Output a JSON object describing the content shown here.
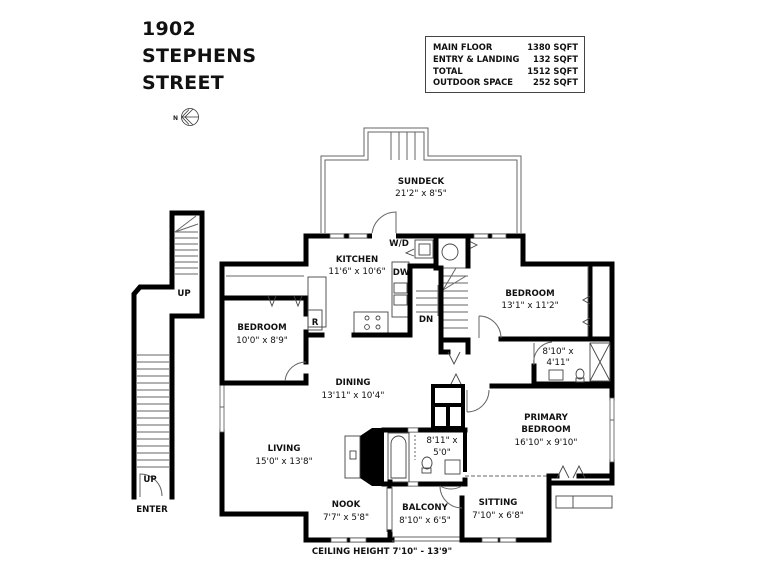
{
  "address": {
    "line1": "1902",
    "line2": "STEPHENS",
    "line3": "STREET"
  },
  "compass": {
    "label": "N",
    "icon": "north-compass-icon"
  },
  "area_summary": [
    {
      "label": "MAIN FLOOR",
      "value": "1380 SQFT"
    },
    {
      "label": "ENTRY & LANDING",
      "value": "132 SQFT"
    },
    {
      "label": "TOTAL",
      "value": "1512 SQFT"
    },
    {
      "label": "OUTDOOR SPACE",
      "value": "252 SQFT"
    }
  ],
  "rooms": {
    "sundeck": {
      "name": "SUNDECK",
      "dims": "21'2\" x 8'5\""
    },
    "kitchen": {
      "name": "KITCHEN",
      "dims": "11'6\" x 10'6\""
    },
    "bedroom_right": {
      "name": "BEDROOM",
      "dims": "13'1\" x 11'2\""
    },
    "bedroom_left": {
      "name": "BEDROOM",
      "dims": "10'0\" x 8'9\""
    },
    "ensuite": {
      "name": "",
      "dims_line1": "8'10\" x",
      "dims_line2": "4'11\""
    },
    "dining": {
      "name": "DINING",
      "dims": "13'11\" x 10'4\""
    },
    "living": {
      "name": "LIVING",
      "dims": "15'0\" x 13'8\""
    },
    "bathroom": {
      "name": "",
      "dims_line1": "8'11\" x",
      "dims_line2": "5'0\""
    },
    "primary_bedroom": {
      "name_line1": "PRIMARY",
      "name_line2": "BEDROOM",
      "dims": "16'10\" x 9'10\""
    },
    "nook": {
      "name": "NOOK",
      "dims": "7'7\" x 5'8\""
    },
    "balcony": {
      "name": "BALCONY",
      "dims": "8'10\" x 6'5\""
    },
    "sitting": {
      "name": "SITTING",
      "dims": "7'10\" x 6'8\""
    }
  },
  "fixtures": {
    "washer_dryer": "W/D",
    "dishwasher": "DW",
    "refrigerator": "R",
    "stairs_down": "DN",
    "stairs_up_landing": "UP",
    "stairs_up_entry": "UP",
    "entry": "ENTER"
  },
  "ceiling_height": "CEILING HEIGHT 7'10\" - 13'9\""
}
